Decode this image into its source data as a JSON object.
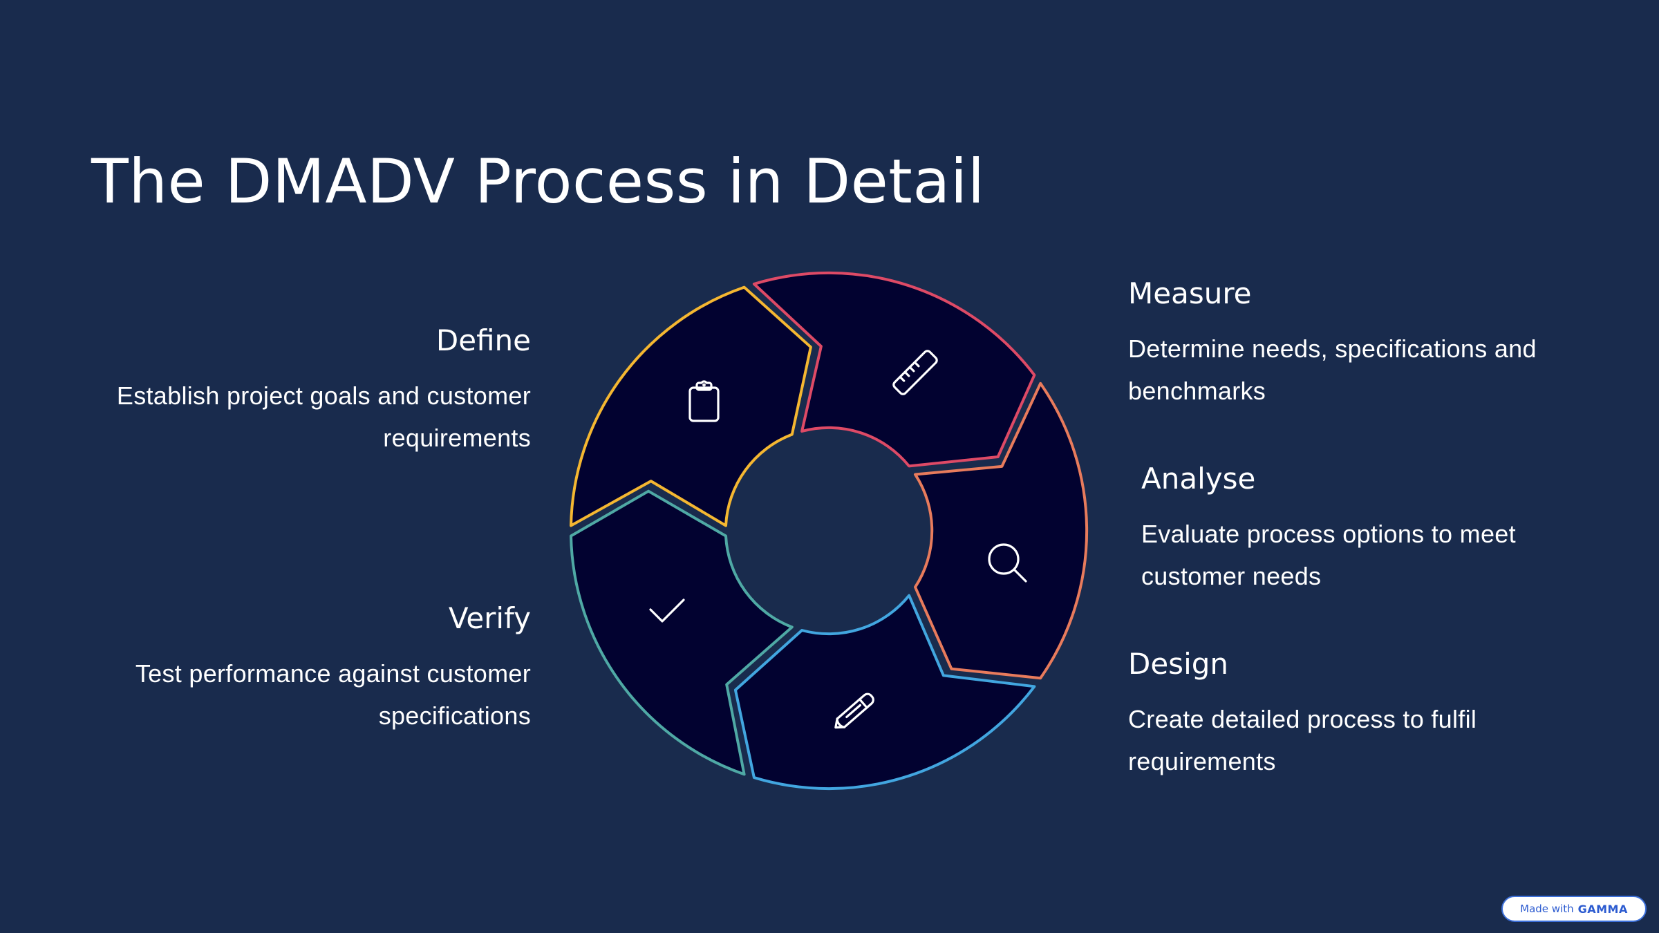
{
  "slide": {
    "title": "The DMADV Process in Detail",
    "background_color": "#192b4d",
    "segment_fill_color": "#020230",
    "icon_color": "#ffffff"
  },
  "steps": [
    {
      "id": "define",
      "title": "Define",
      "description": "Establish project goals and customer requirements",
      "icon": "clipboard-icon",
      "color": "#f5b731"
    },
    {
      "id": "measure",
      "title": "Measure",
      "description": "Determine needs, specifications and benchmarks",
      "icon": "ruler-icon",
      "color": "#de4a66"
    },
    {
      "id": "analyse",
      "title": "Analyse",
      "description": "Evaluate process options to meet customer needs",
      "icon": "magnifier-icon",
      "color": "#e87b5c"
    },
    {
      "id": "design",
      "title": "Design",
      "description": "Create detailed process to fulfil requirements",
      "icon": "pencil-icon",
      "color": "#42a6e0"
    },
    {
      "id": "verify",
      "title": "Verify",
      "description": "Test performance against customer specifications",
      "icon": "checkmark-icon",
      "color": "#4fa9a5"
    }
  ],
  "badge": {
    "prefix": "Made with",
    "brand": "GAMMA"
  }
}
